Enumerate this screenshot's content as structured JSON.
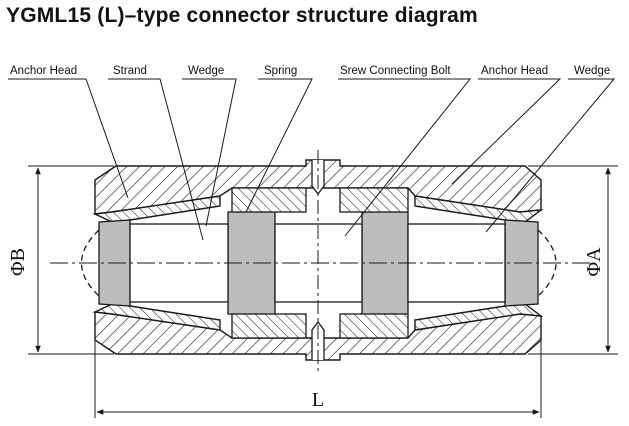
{
  "title": "YGML15 (L)–type connector structure diagram",
  "labels": {
    "anchor_head_left": "Anchor Head",
    "strand": "Strand",
    "wedge_left": "Wedge",
    "spring": "Spring",
    "screw_connecting_bolt": "Srew Connecting Bolt",
    "anchor_head_right": "Anchor Head",
    "wedge_right": "Wedge"
  },
  "dimensions": {
    "outer_diameter": "ΦB",
    "inner_diameter": "ΦA",
    "length": "L"
  },
  "colors": {
    "line": "#1a1a1a",
    "hatch": "#2a2a2a",
    "wedge_fill": "#bdbdbd",
    "strand_fill": "#ffffff"
  }
}
